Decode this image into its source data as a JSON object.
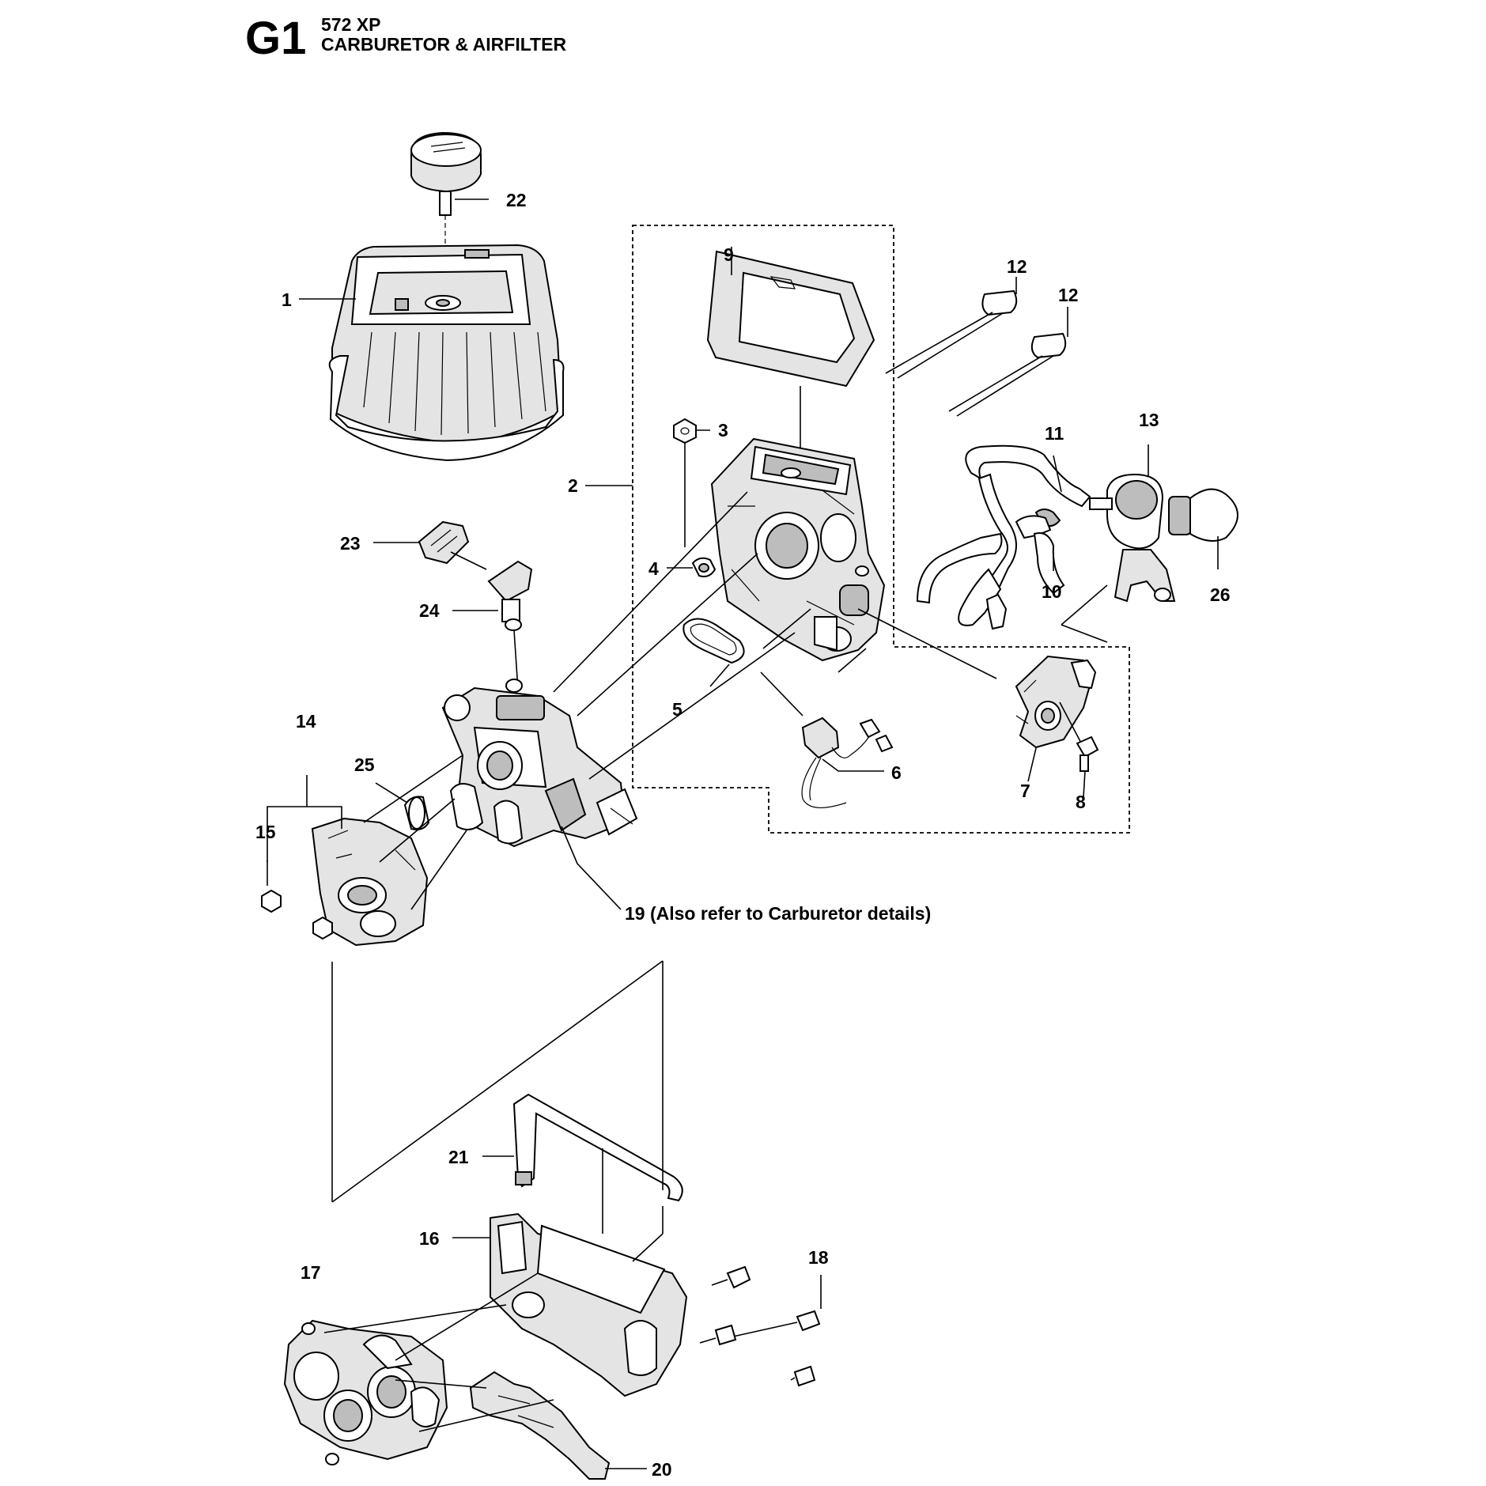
{
  "header": {
    "code": "G1",
    "model": "572 XP",
    "title": "CARBURETOR & AIRFILTER"
  },
  "callouts": {
    "c1": "1",
    "c2": "2",
    "c3": "3",
    "c4": "4",
    "c5": "5",
    "c6": "6",
    "c7": "7",
    "c8": "8",
    "c9": "9",
    "c10": "10",
    "c11": "11",
    "c12a": "12",
    "c12b": "12",
    "c13": "13",
    "c14": "14",
    "c15": "15",
    "c16": "16",
    "c17": "17",
    "c18": "18",
    "c19": "19 (Also refer to Carburetor details)",
    "c20": "20",
    "c21": "21",
    "c22": "22",
    "c23": "23",
    "c24": "24",
    "c25": "25",
    "c26": "26"
  }
}
